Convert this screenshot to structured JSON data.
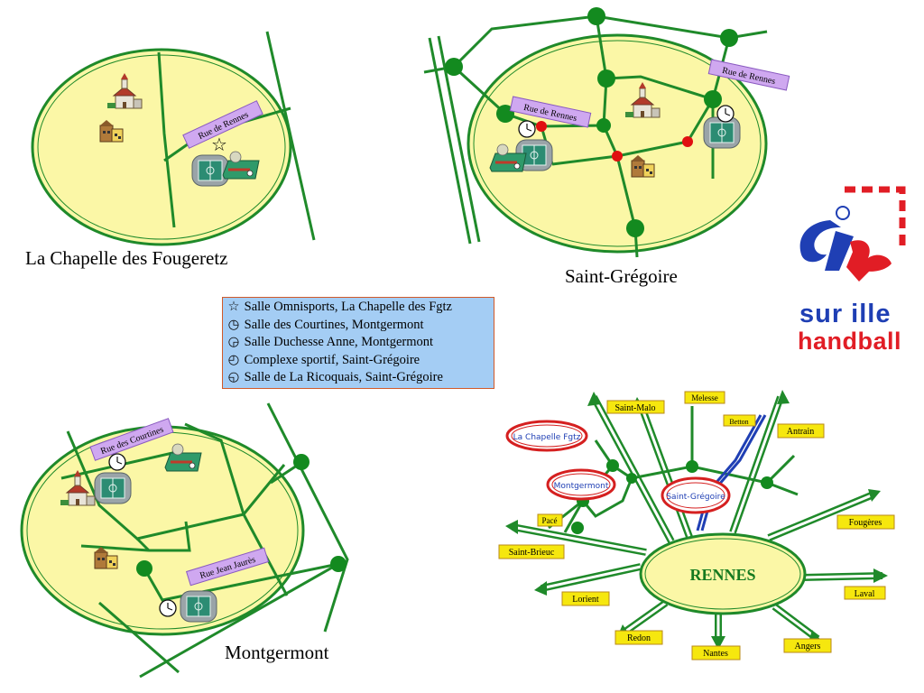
{
  "towns": {
    "chapelle": "La Chapelle des Fougeretz",
    "gregoire": "Saint-Grégoire",
    "montgermont": "Montgermont"
  },
  "streets": {
    "chapelle_rue_rennes": "Rue de Rennes",
    "gregoire_rue_rennes_left": "Rue de Rennes",
    "gregoire_rue_rennes_right": "Rue de Rennes",
    "montgermont_courtines": "Rue des Courtines",
    "montgermont_jean_jaures": "Rue Jean Jaurès"
  },
  "legend": [
    {
      "symbol": "☆",
      "label": "Salle Omnisports, La Chapelle des Fgtz"
    },
    {
      "symbol": "◷",
      "label": "Salle des Courtines, Montgermont"
    },
    {
      "symbol": "◶",
      "label": "Salle Duchesse Anne, Montgermont"
    },
    {
      "symbol": "◴",
      "label": "Complexe sportif, Saint-Grégoire"
    },
    {
      "symbol": "◵",
      "label": "Salle de La Ricoquais, Saint-Grégoire"
    }
  ],
  "logo": {
    "line1": "sur ille",
    "line2": "handball"
  },
  "region": {
    "center": "RENNES",
    "towns": {
      "chapelle": "La Chapelle Fgtz",
      "montgermont": "Montgermont",
      "gregoire": "Saint-Grégoire"
    },
    "destinations": {
      "saint_malo": "Saint-Malo",
      "melesse": "Melesse",
      "betton": "Betton",
      "antrain": "Antrain",
      "fougeres": "Fougères",
      "laval": "Laval",
      "angers": "Angers",
      "nantes": "Nantes",
      "redon": "Redon",
      "lorient": "Lorient",
      "saint_brieuc": "Saint-Brieuc",
      "pace": "Pacé"
    }
  },
  "colors": {
    "town_fill": "#fbf7a6",
    "road": "#1f8a2a",
    "road_node": "#138a1f",
    "street_label_bg": "#cfa8f0",
    "junction_red": "#e01010",
    "legend_bg": "#a4cdf4",
    "dest_label_bg": "#f6e70e",
    "city_text": "#157a1f",
    "logo_blue": "#1f3fb4",
    "logo_red": "#e11d25"
  }
}
